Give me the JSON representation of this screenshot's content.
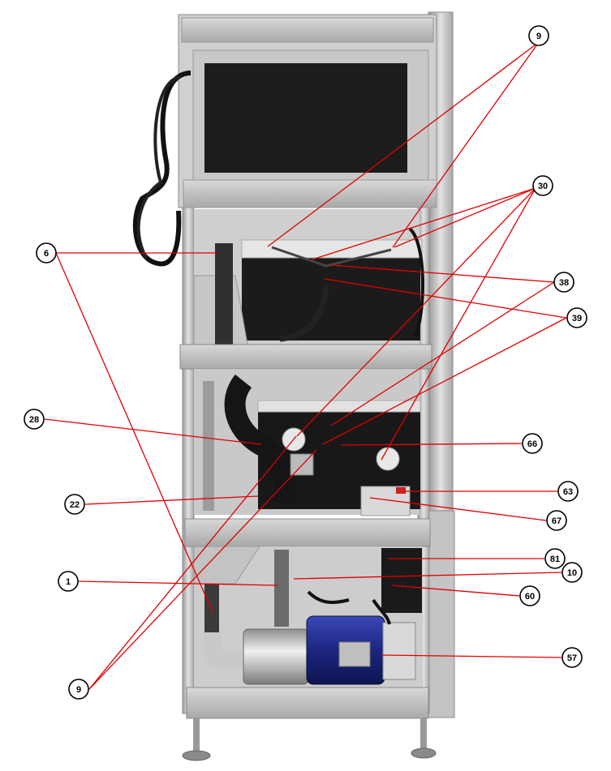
{
  "figure": {
    "callouts": [
      {
        "id": "c9-top",
        "label": "9"
      },
      {
        "id": "c30",
        "label": "30"
      },
      {
        "id": "c6",
        "label": "6"
      },
      {
        "id": "c38",
        "label": "38"
      },
      {
        "id": "c39",
        "label": "39"
      },
      {
        "id": "c28",
        "label": "28"
      },
      {
        "id": "c66",
        "label": "66"
      },
      {
        "id": "c22",
        "label": "22"
      },
      {
        "id": "c63",
        "label": "63"
      },
      {
        "id": "c67",
        "label": "67"
      },
      {
        "id": "c81",
        "label": "81"
      },
      {
        "id": "c1",
        "label": "1"
      },
      {
        "id": "c10",
        "label": "10"
      },
      {
        "id": "c60",
        "label": "60"
      },
      {
        "id": "c57",
        "label": "57"
      },
      {
        "id": "c9-bottom",
        "label": "9"
      }
    ],
    "colors": {
      "leader": "#e00000",
      "frame": "#c9c9c9",
      "panel": "#1b1b1b",
      "motor": "#1f2a8a",
      "steel": "#b9b9b9"
    }
  }
}
